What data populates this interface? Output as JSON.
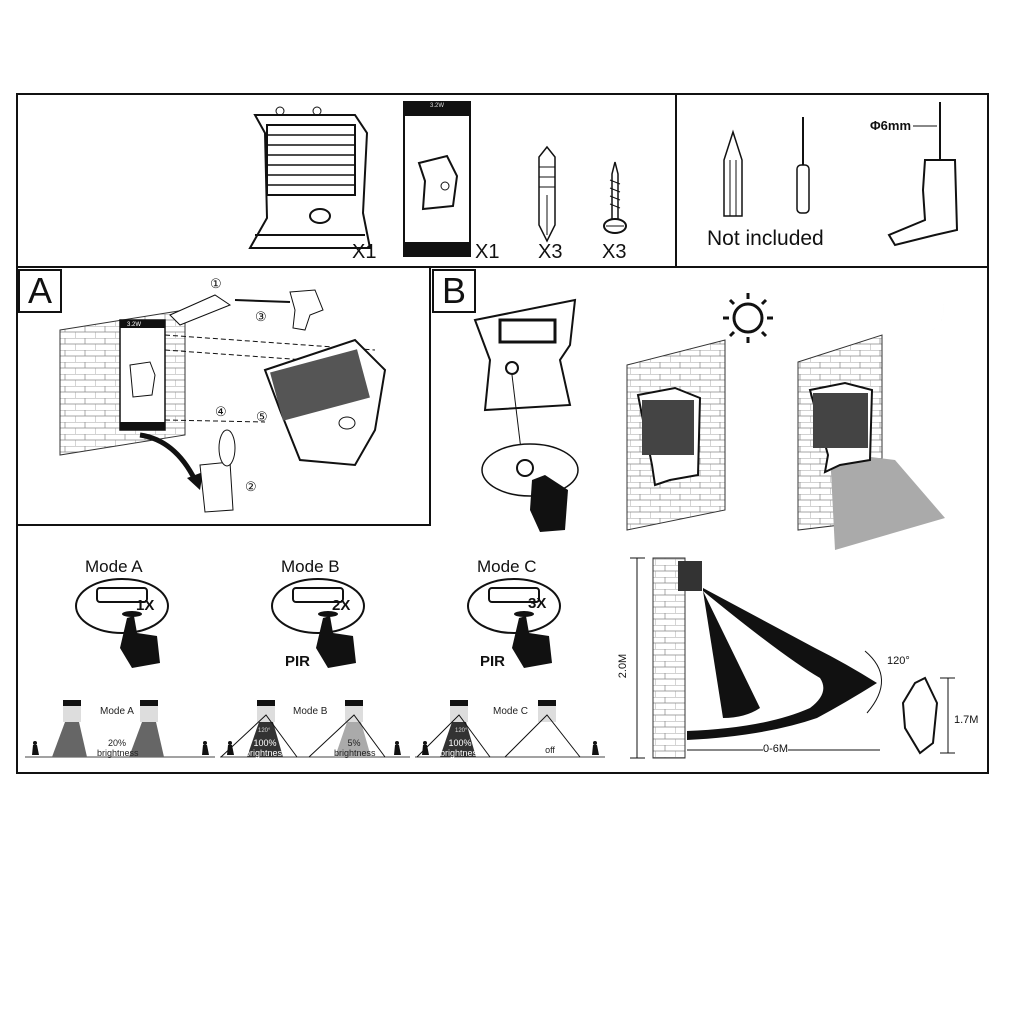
{
  "package": {
    "items": [
      {
        "name": "solar-light",
        "qty": "X1"
      },
      {
        "name": "mounting-template",
        "qty": "X1",
        "label": "3.2W"
      },
      {
        "name": "wall-plug",
        "qty": "X3"
      },
      {
        "name": "screw",
        "qty": "X3"
      }
    ],
    "not_included": {
      "label": "Not included",
      "drill_bit": "Φ6mm"
    }
  },
  "section_a": {
    "letter": "A",
    "steps": [
      "①",
      "②",
      "③",
      "④",
      "⑤"
    ],
    "template_label": "3.2W"
  },
  "section_b": {
    "letter": "B"
  },
  "modes": [
    {
      "title": "Mode A",
      "taps": "1X",
      "pir": ""
    },
    {
      "title": "Mode B",
      "taps": "2X",
      "pir": "PIR"
    },
    {
      "title": "Mode C",
      "taps": "3X",
      "pir": "PIR"
    }
  ],
  "mode_strips": [
    {
      "title": "Mode A",
      "angle": "",
      "left": "",
      "right": "",
      "middle": "20% brightness"
    },
    {
      "title": "Mode B",
      "angle": "120°",
      "left": "100% brightness",
      "right": "5% brightness"
    },
    {
      "title": "Mode C",
      "angle": "120°",
      "left": "100% brightness",
      "right": "off"
    }
  ],
  "detection": {
    "height": "2.0M",
    "range": "0-6M",
    "angle": "120°",
    "person_height": "1.7M"
  }
}
